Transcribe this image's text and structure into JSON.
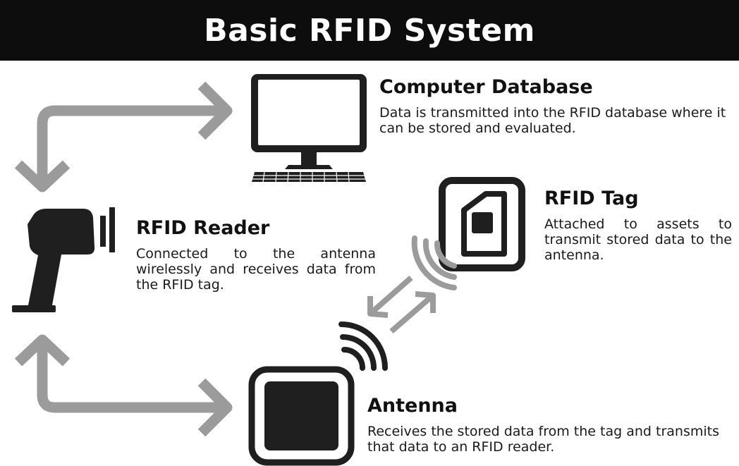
{
  "title": "Basic RFID System",
  "components": {
    "computer": {
      "heading": "Computer Database",
      "description": "Data is transmitted into the RFID database where it can be stored and evaluated.",
      "icon": "computer-monitor-keyboard-icon"
    },
    "tag": {
      "heading": "RFID Tag",
      "description": "Attached to assets to transmit stored data to the antenna.",
      "icon": "rfid-tag-icon"
    },
    "reader": {
      "heading": "RFID Reader",
      "description": "Connected to the antenna wirelessly and receives data from the RFID tag.",
      "icon": "rfid-reader-gun-icon"
    },
    "antenna": {
      "heading": "Antenna",
      "description": "Receives the stored data from the tag and transmits that data to an RFID reader.",
      "icon": "antenna-pad-icon"
    }
  },
  "colors": {
    "title_bar": "#0d0d0d",
    "title_text": "#ffffff",
    "icon_dark": "#1f1f1f",
    "arrow_gray": "#9b9b9b"
  }
}
